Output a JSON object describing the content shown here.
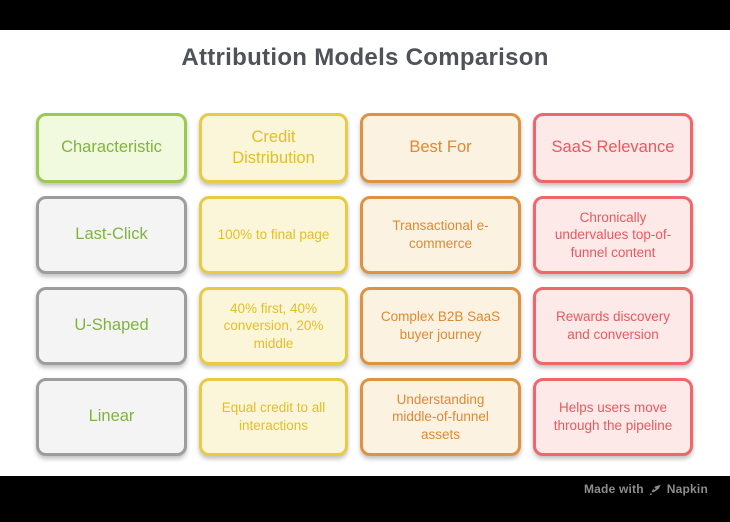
{
  "title": "Attribution Models Comparison",
  "table": {
    "columns": [
      {
        "key": "characteristic",
        "theme": "green",
        "header": "Characteristic"
      },
      {
        "key": "credit_distribution",
        "theme": "yellow",
        "header": "Credit Distribution"
      },
      {
        "key": "best_for",
        "theme": "orange",
        "header": "Best For"
      },
      {
        "key": "saas_relevance",
        "theme": "red",
        "header": "SaaS Relevance"
      }
    ],
    "rows": [
      {
        "characteristic": "Last-Click",
        "credit_distribution": "100% to final page",
        "best_for": "Transactional e-commerce",
        "saas_relevance": "Chronically undervalues top-of-funnel content"
      },
      {
        "characteristic": "U-Shaped",
        "credit_distribution": "40% first, 40% conversion, 20% middle",
        "best_for": "Complex B2B SaaS buyer journey",
        "saas_relevance": "Rewards discovery and conversion"
      },
      {
        "characteristic": "Linear",
        "credit_distribution": "Equal credit to all interactions",
        "best_for": "Understanding middle-of-funnel assets",
        "saas_relevance": "Helps users move through the pipeline"
      }
    ]
  },
  "credit": {
    "prefix": "Made with",
    "brand": "Napkin",
    "icon": "pen-nib-icon"
  },
  "colors": {
    "green_border": "#9acb4e",
    "green_bg": "#f1f9df",
    "green_text": "#7fb43e",
    "gray_border": "#9d9d9d",
    "gray_bg": "#f4f4f4",
    "yellow_border": "#e8cb44",
    "yellow_bg": "#fbf6da",
    "yellow_text": "#e3be25",
    "orange_border": "#df9242",
    "orange_bg": "#fcf2e2",
    "orange_text": "#dc8a33",
    "red_border": "#ef666b",
    "red_bg": "#fce9e8",
    "red_text": "#e9595f",
    "title_text": "#4f5357",
    "frame_bar": "#000000",
    "credit_text": "#8d8d8d"
  }
}
